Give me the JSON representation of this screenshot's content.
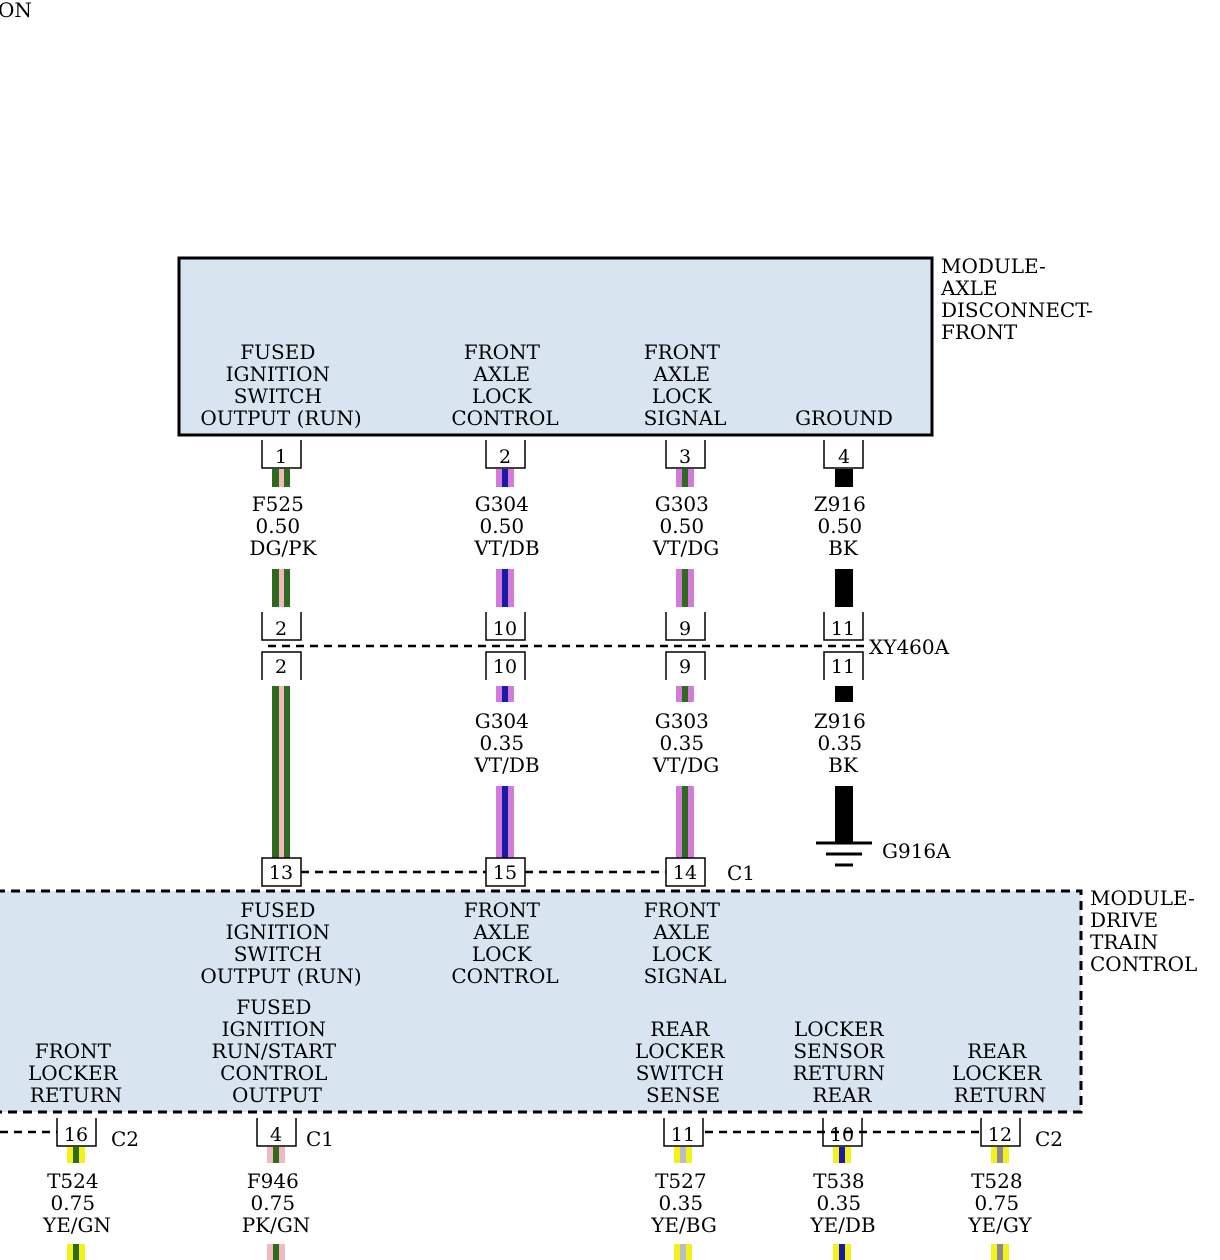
{
  "top_fragment": "ON",
  "colors": {
    "module_fill": "#d8e5f1",
    "DG": "#2e6b1e",
    "PK": "#f2b8c0",
    "VT": "#d47ad8",
    "DB": "#1a1aa8",
    "BK": "#000000",
    "YE": "#f2f21a",
    "GN": "#2e6b1e",
    "BG": "#b8bcc6",
    "GY": "#8a8a8a"
  },
  "module_axle": {
    "name": [
      "MODULE-",
      "AXLE",
      "DISCONNECT-",
      "FRONT"
    ],
    "functions": [
      [
        "FUSED",
        "IGNITION",
        "SWITCH",
        "OUTPUT (RUN)"
      ],
      [
        "FRONT",
        "AXLE",
        "LOCK",
        "CONTROL"
      ],
      [
        "FRONT",
        "AXLE",
        "LOCK",
        "SIGNAL"
      ],
      [
        "GROUND"
      ]
    ],
    "pins": [
      "1",
      "2",
      "3",
      "4"
    ]
  },
  "wires_upper": [
    {
      "circuit": "F525",
      "gauge": "0.50",
      "color": "DG/PK"
    },
    {
      "circuit": "G304",
      "gauge": "0.50",
      "color": "VT/DB"
    },
    {
      "circuit": "G303",
      "gauge": "0.50",
      "color": "VT/DG"
    },
    {
      "circuit": "Z916",
      "gauge": "0.50",
      "color": "BK"
    }
  ],
  "connector_xy460a": {
    "name": "XY460A",
    "pins": [
      "2",
      "10",
      "9",
      "11"
    ]
  },
  "wires_lower": [
    {
      "circuit": "G304",
      "gauge": "0.35",
      "color": "VT/DB"
    },
    {
      "circuit": "G303",
      "gauge": "0.35",
      "color": "VT/DG"
    },
    {
      "circuit": "Z916",
      "gauge": "0.35",
      "color": "BK"
    }
  ],
  "ground": "G916A",
  "module_dtc": {
    "name": [
      "MODULE-",
      "DRIVE",
      "TRAIN",
      "CONTROL"
    ],
    "connector_top": "C1",
    "pins_top": [
      "13",
      "15",
      "14"
    ],
    "functions_top": [
      [
        "FUSED",
        "IGNITION",
        "SWITCH",
        "OUTPUT (RUN)"
      ],
      [
        "FRONT",
        "AXLE",
        "LOCK",
        "CONTROL"
      ],
      [
        "FRONT",
        "AXLE",
        "LOCK",
        "SIGNAL"
      ]
    ],
    "functions_bottom": [
      [
        "FRONT",
        "LOCKER",
        "RETURN"
      ],
      [
        "FUSED",
        "IGNITION",
        "RUN/START",
        "CONTROL",
        "OUTPUT"
      ],
      [
        "REAR",
        "LOCKER",
        "SWITCH",
        "SENSE"
      ],
      [
        "LOCKER",
        "SENSOR",
        "RETURN",
        "REAR"
      ],
      [
        "REAR",
        "LOCKER",
        "RETURN"
      ]
    ],
    "pins_bottom": [
      {
        "pin": "16",
        "connector": "C2"
      },
      {
        "pin": "4",
        "connector": "C1"
      },
      {
        "pin": "11",
        "connector": ""
      },
      {
        "pin": "10",
        "connector": ""
      },
      {
        "pin": "12",
        "connector": "C2"
      }
    ]
  },
  "wires_bottom": [
    {
      "circuit": "T524",
      "gauge": "0.75",
      "color": "YE/GN"
    },
    {
      "circuit": "F946",
      "gauge": "0.75",
      "color": "PK/GN"
    },
    {
      "circuit": "T527",
      "gauge": "0.35",
      "color": "YE/BG"
    },
    {
      "circuit": "T538",
      "gauge": "0.35",
      "color": "YE/DB"
    },
    {
      "circuit": "T528",
      "gauge": "0.75",
      "color": "YE/GY"
    }
  ]
}
